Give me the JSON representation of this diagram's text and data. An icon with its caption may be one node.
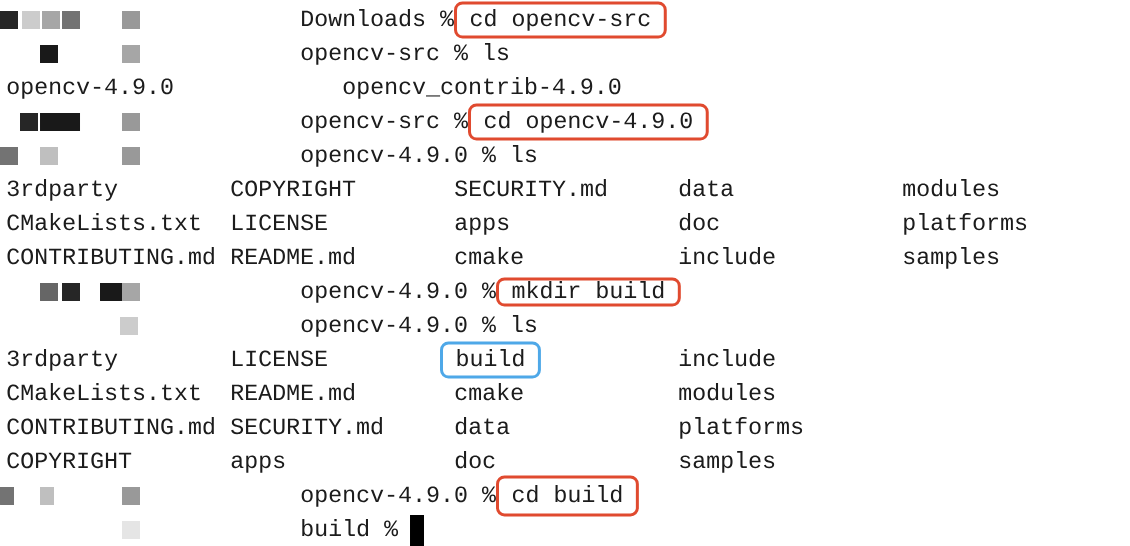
{
  "diagram": {
    "nodes": [
      {
        "text": [
          "cd opencv-src"
        ]
      },
      {
        "text": [
          "cd opencv-4.9.0"
        ]
      },
      {
        "text": [
          "mkdir build"
        ]
      },
      {
        "text": [
          "build"
        ]
      },
      {
        "text": [
          "cd build"
        ]
      }
    ],
    "labels": [
      "Downloads %",
      "opencv-src % ls",
      "opencv-4.9.0",
      "opencv_contrib-4.9.0",
      "opencv-src %",
      "opencv-4.9.0 % ls",
      "3rdparty",
      "COPYRIGHT",
      "SECURITY.md",
      "data",
      "modules",
      "CMakeLists.txt",
      "LICENSE",
      "apps",
      "doc",
      "platforms",
      "CONTRIBUTING.md",
      "README.md",
      "cmake",
      "include",
      "samples",
      "opencv-4.9.0 %",
      "opencv-4.9.0 % ls",
      "3rdparty",
      "LICENSE",
      "include",
      "CMakeLists.txt",
      "README.md",
      "cmake",
      "modules",
      "CONTRIBUTING.md",
      "SECURITY.md",
      "data",
      "platforms",
      "COPYRIGHT",
      "apps",
      "doc",
      "samples",
      "opencv-4.9.0 %",
      "build %"
    ]
  }
}
